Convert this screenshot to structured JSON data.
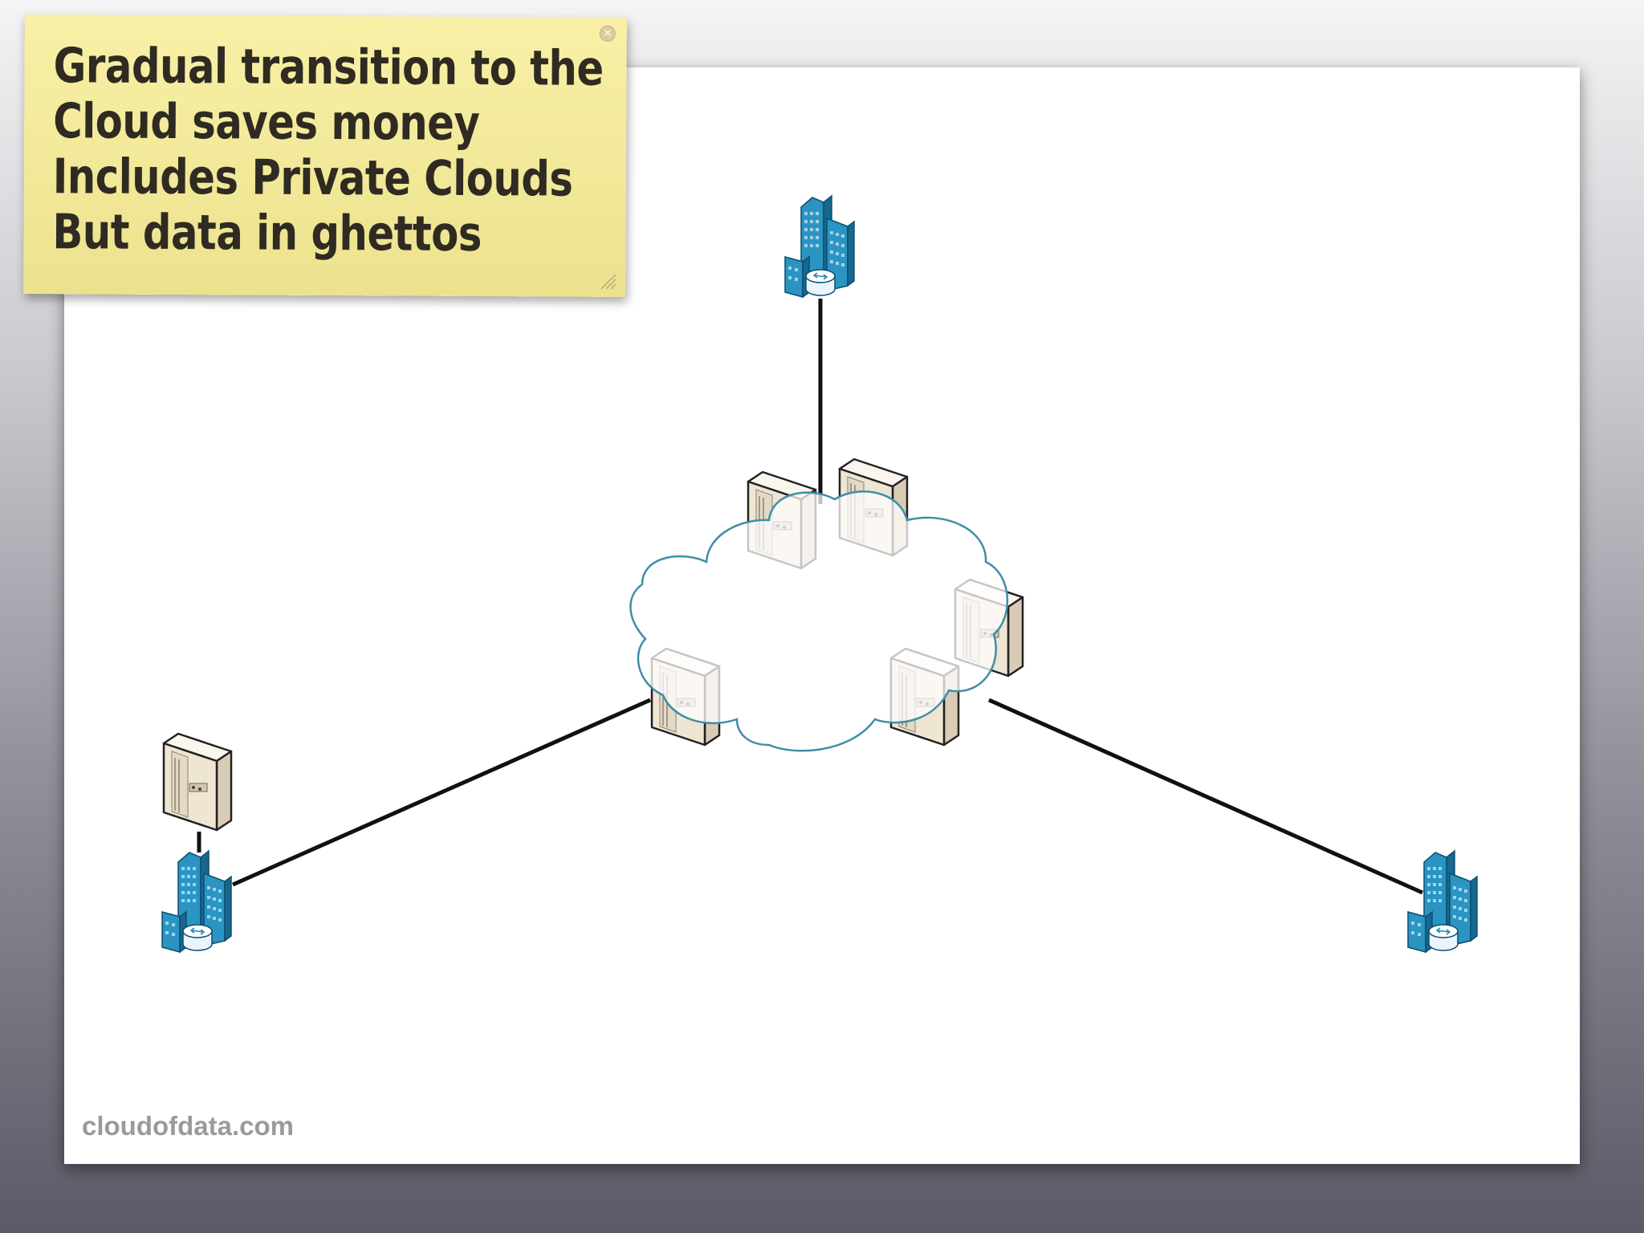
{
  "sticky_note": {
    "lines": [
      "Gradual transition to the",
      "Cloud saves money",
      "Includes Private Clouds",
      "But data in ghettos"
    ]
  },
  "footer": {
    "brand": "cloudofdata.com"
  },
  "icons": {
    "office_building": "office-building-icon",
    "server": "server-icon",
    "cloud": "cloud-icon"
  },
  "colors": {
    "sticky_note": "#f3ea9b",
    "building_blue": "#1e87b8",
    "cloud_outline": "#3f8ea8",
    "server_beige": "#ece3d2",
    "link_line": "#111111"
  }
}
